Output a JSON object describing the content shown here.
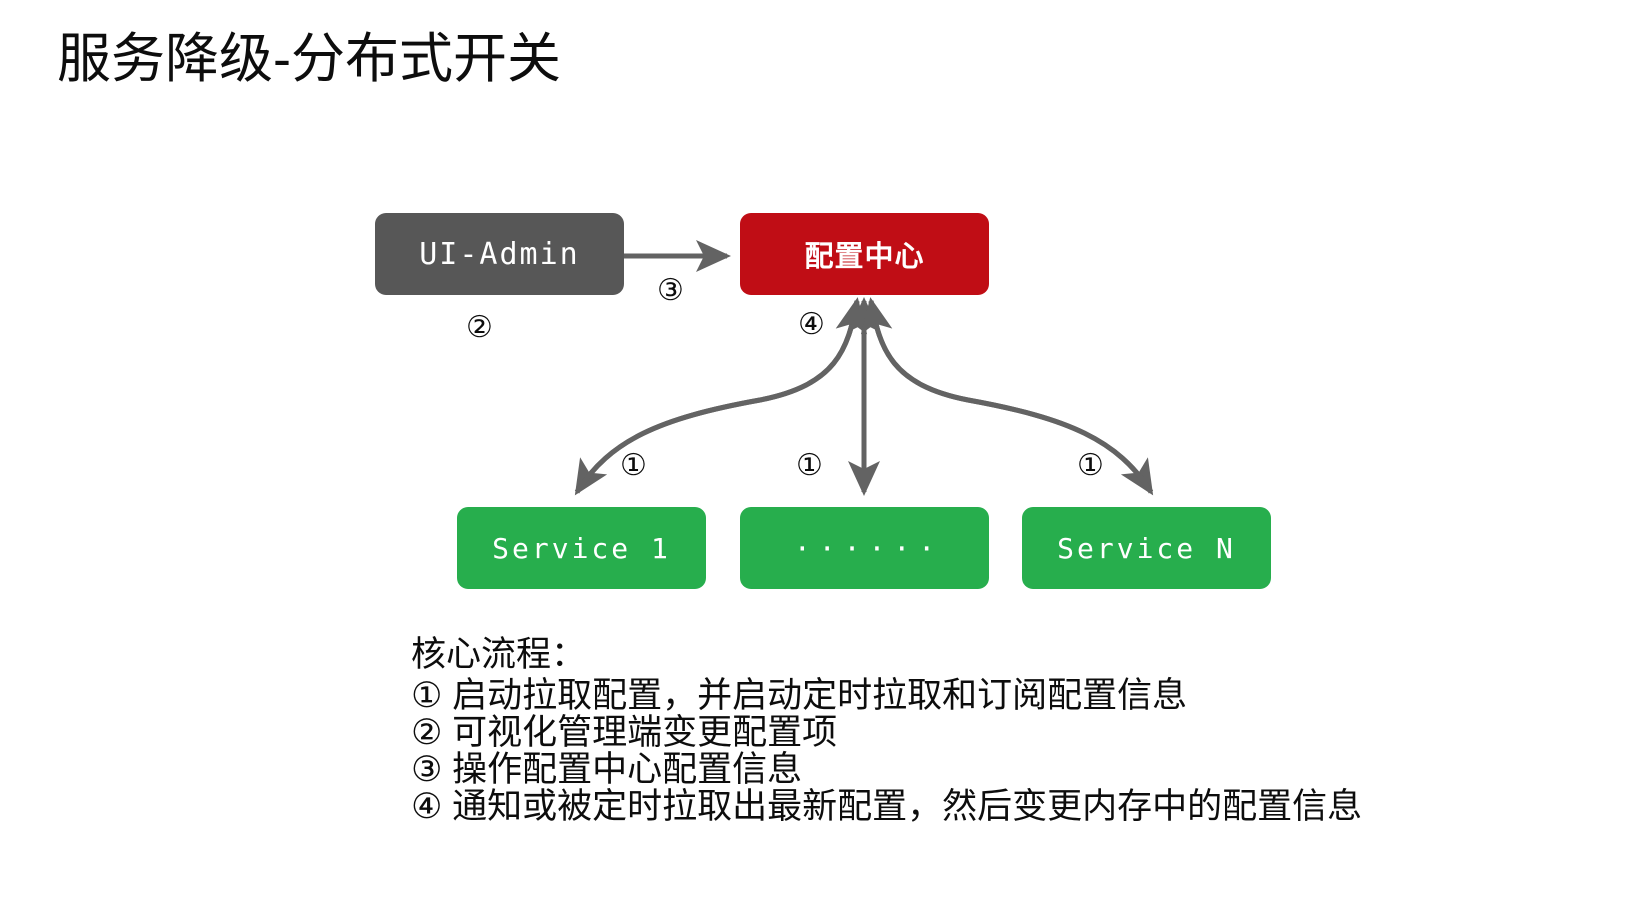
{
  "slide": {
    "title": "服务降级-分布式开关"
  },
  "diagram": {
    "nodes": {
      "ui_admin": {
        "label": "UI-Admin",
        "color": "#575757"
      },
      "config_center": {
        "label": "配置中心",
        "color": "#c00d15"
      },
      "service_1": {
        "label": "Service 1",
        "color": "#27ae4d"
      },
      "service_middle": {
        "label": "······",
        "color": "#27ae4d"
      },
      "service_n": {
        "label": "Service N",
        "color": "#27ae4d"
      }
    },
    "markers": {
      "step2": "②",
      "step3": "③",
      "step4": "④",
      "step1_left": "①",
      "step1_middle": "①",
      "step1_right": "①"
    },
    "arrow_color": "#636363"
  },
  "notes": {
    "heading": "核心流程：",
    "lines": [
      "① 启动拉取配置，并启动定时拉取和订阅配置信息",
      "② 可视化管理端变更配置项",
      "③ 操作配置中心配置信息",
      "④ 通知或被定时拉取出最新配置，然后变更内存中的配置信息"
    ]
  }
}
